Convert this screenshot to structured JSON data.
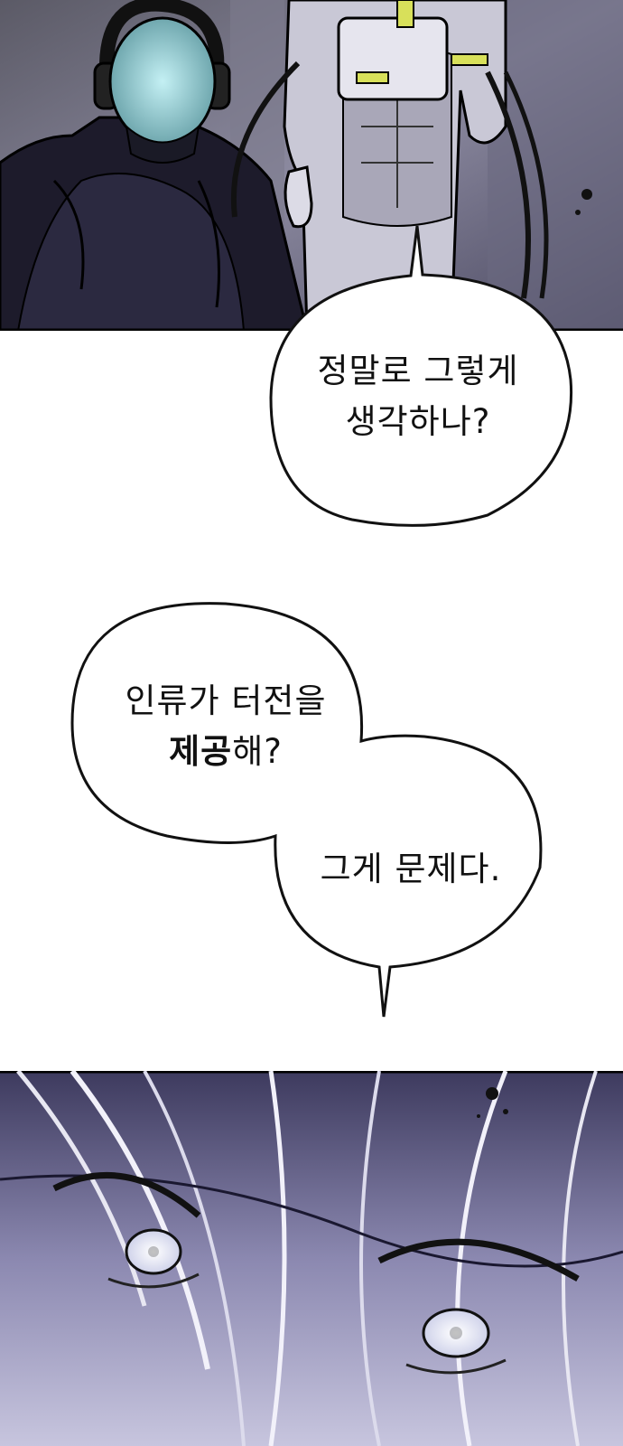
{
  "panels": [
    {
      "name": "top-panel",
      "description": ""
    },
    {
      "name": "bottom-panel",
      "description": ""
    }
  ],
  "dialogue": {
    "bubble1": {
      "line1": "정말로 그렇게",
      "line2": "생각하나?"
    },
    "bubble2": {
      "line1": "인류가 터전을",
      "line2_bold": "제공",
      "line2_rest": "해?"
    },
    "bubble3": {
      "line1": "그게 문제다."
    }
  },
  "colors": {
    "ink": "#111111",
    "panel_dark": "#2a2740",
    "panel_light": "#d6d4ea",
    "accent_yellow": "#d8e05a"
  }
}
